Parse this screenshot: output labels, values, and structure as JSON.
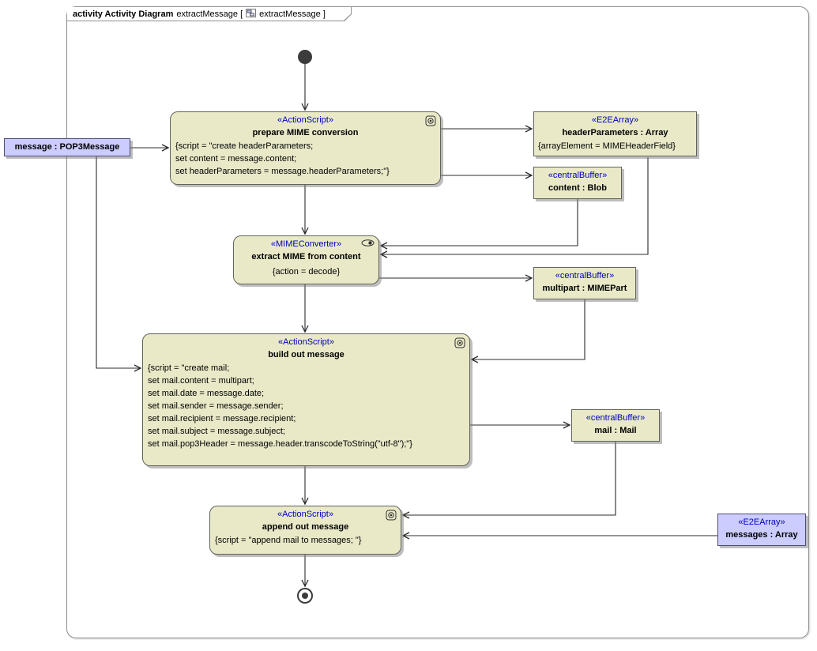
{
  "frame": {
    "title_bold": "activity Activity Diagram",
    "title_name": "extractMessage [",
    "title_ref": "extractMessage ]"
  },
  "colors": {
    "action_fill": "#E9E9C8",
    "object_fill": "#CCCCFF",
    "stereotype_text": "#0000C0",
    "edge": "#2b2b2b",
    "shadow": "#7d7d7d"
  },
  "nodes": {
    "message_pop3": {
      "label": "message : POP3Message"
    },
    "prepare": {
      "stereotype": "«ActionScript»",
      "name": "prepare MIME conversion",
      "script": "{script = \"create headerParameters;\nset content = message.content;\nset headerParameters = message.headerParameters;\"}"
    },
    "header_parameters": {
      "stereotype": "«E2EArray»",
      "name": "headerParameters : Array",
      "attr": "{arrayElement = MIMEHeaderField}"
    },
    "content_blob": {
      "stereotype": "«centralBuffer»",
      "name": "content : Blob"
    },
    "extract": {
      "stereotype": "«MIMEConverter»",
      "name": "extract MIME from content",
      "attr": "{action = decode}"
    },
    "multipart": {
      "stereotype": "«centralBuffer»",
      "name": "multipart : MIMEPart"
    },
    "build": {
      "stereotype": "«ActionScript»",
      "name": "build out message",
      "script": "{script = \"create mail;\nset mail.content = multipart;\nset mail.date = message.date;\nset mail.sender = message.sender;\nset mail.recipient = message.recipient;\nset mail.subject = message.subject;\nset mail.pop3Header = message.header.transcodeToString(\"utf-8\");\"}"
    },
    "mail": {
      "stereotype": "«centralBuffer»",
      "name": "mail : Mail"
    },
    "append": {
      "stereotype": "«ActionScript»",
      "name": "append out message",
      "script": "{script = \"append mail to messages; \"}"
    },
    "messages": {
      "stereotype": "«E2EArray»",
      "name": "messages : Array"
    }
  }
}
